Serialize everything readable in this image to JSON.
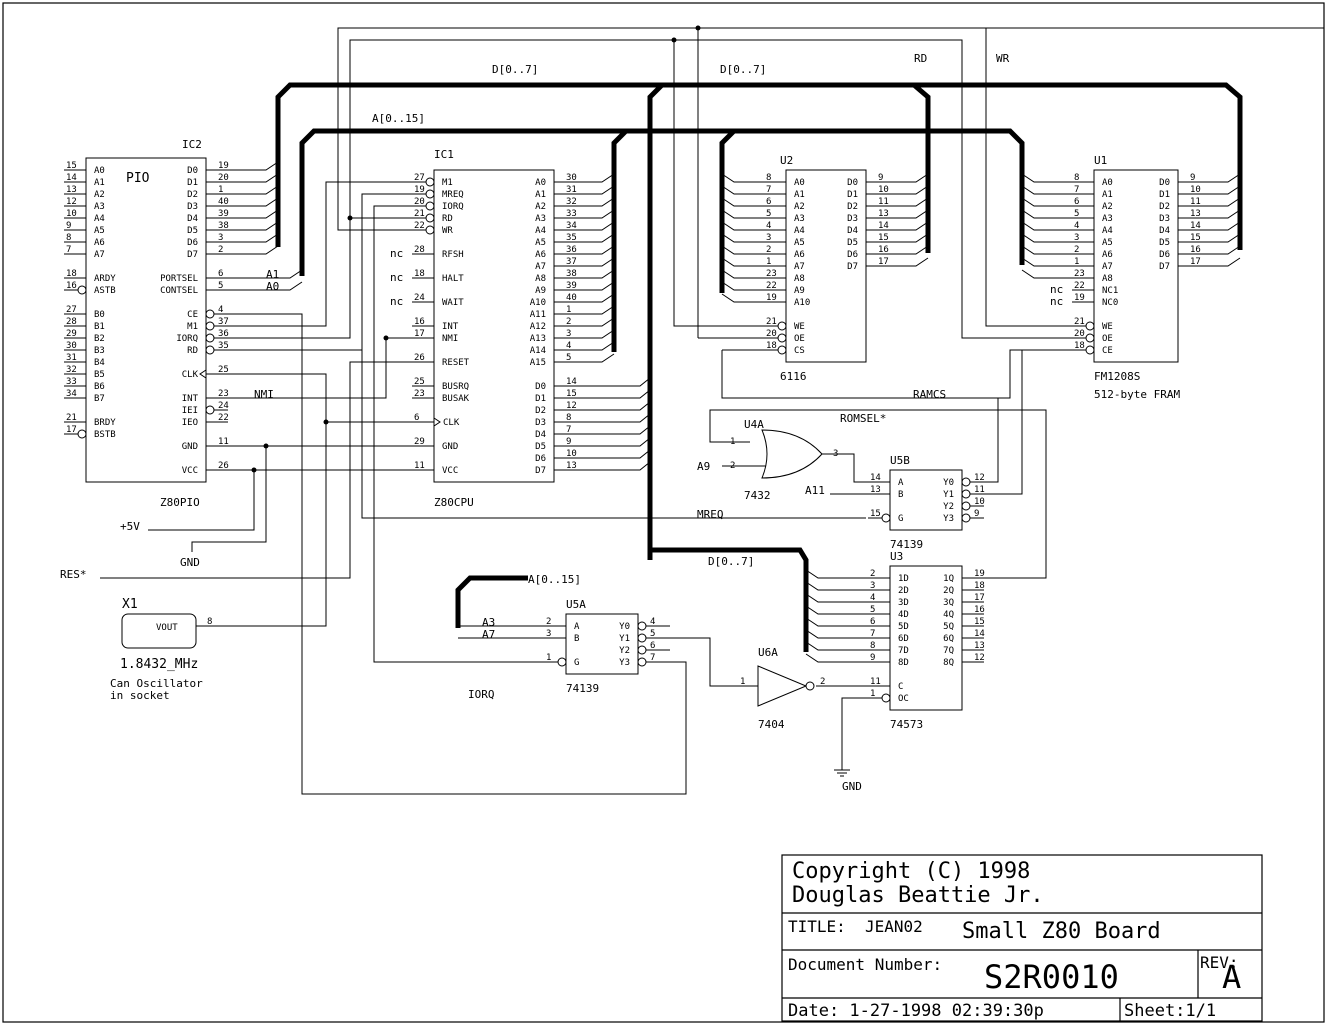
{
  "ic2": {
    "ref": "IC2",
    "title": "PIO",
    "part": "Z80PIO",
    "left_pins": [
      [
        "15",
        "A0"
      ],
      [
        "14",
        "A1"
      ],
      [
        "13",
        "A2"
      ],
      [
        "12",
        "A3"
      ],
      [
        "10",
        "A4"
      ],
      [
        "9",
        "A5"
      ],
      [
        "8",
        "A6"
      ],
      [
        "7",
        "A7"
      ],
      [
        "18",
        "ARDY"
      ],
      [
        "16",
        "ASTB"
      ],
      [
        "27",
        "B0"
      ],
      [
        "28",
        "B1"
      ],
      [
        "29",
        "B2"
      ],
      [
        "30",
        "B3"
      ],
      [
        "31",
        "B4"
      ],
      [
        "32",
        "B5"
      ],
      [
        "33",
        "B6"
      ],
      [
        "34",
        "B7"
      ],
      [
        "21",
        "BRDY"
      ],
      [
        "17",
        "BSTB"
      ]
    ],
    "right_pins": [
      [
        "19",
        "D0"
      ],
      [
        "20",
        "D1"
      ],
      [
        "1",
        "D2"
      ],
      [
        "40",
        "D3"
      ],
      [
        "39",
        "D4"
      ],
      [
        "38",
        "D5"
      ],
      [
        "3",
        "D6"
      ],
      [
        "2",
        "D7"
      ],
      [
        "6",
        "PORTSEL"
      ],
      [
        "5",
        "CONTSEL"
      ],
      [
        "4",
        "CE"
      ],
      [
        "37",
        "M1"
      ],
      [
        "36",
        "IORQ"
      ],
      [
        "35",
        "RD"
      ],
      [
        "25",
        "CLK"
      ],
      [
        "23",
        "INT"
      ],
      [
        "24",
        "IEI"
      ],
      [
        "22",
        "IEO"
      ],
      [
        "11",
        "GND"
      ],
      [
        "26",
        "VCC"
      ]
    ]
  },
  "ic1": {
    "ref": "IC1",
    "part": "Z80CPU",
    "left_pins": [
      [
        "27",
        "M1"
      ],
      [
        "19",
        "MREQ"
      ],
      [
        "20",
        "IORQ"
      ],
      [
        "21",
        "RD"
      ],
      [
        "22",
        "WR"
      ],
      [
        "28",
        "RFSH"
      ],
      [
        "18",
        "HALT"
      ],
      [
        "24",
        "WAIT"
      ],
      [
        "16",
        "INT"
      ],
      [
        "17",
        "NMI"
      ],
      [
        "26",
        "RESET"
      ],
      [
        "25",
        "BUSRQ"
      ],
      [
        "23",
        "BUSAK"
      ],
      [
        "6",
        "CLK"
      ],
      [
        "29",
        "GND"
      ],
      [
        "11",
        "VCC"
      ]
    ],
    "right_pins": [
      [
        "30",
        "A0"
      ],
      [
        "31",
        "A1"
      ],
      [
        "32",
        "A2"
      ],
      [
        "33",
        "A3"
      ],
      [
        "34",
        "A4"
      ],
      [
        "35",
        "A5"
      ],
      [
        "36",
        "A6"
      ],
      [
        "37",
        "A7"
      ],
      [
        "38",
        "A8"
      ],
      [
        "39",
        "A9"
      ],
      [
        "40",
        "A10"
      ],
      [
        "1",
        "A11"
      ],
      [
        "2",
        "A12"
      ],
      [
        "3",
        "A13"
      ],
      [
        "4",
        "A14"
      ],
      [
        "5",
        "A15"
      ],
      [
        "14",
        "D0"
      ],
      [
        "15",
        "D1"
      ],
      [
        "12",
        "D2"
      ],
      [
        "8",
        "D3"
      ],
      [
        "7",
        "D4"
      ],
      [
        "9",
        "D5"
      ],
      [
        "10",
        "D6"
      ],
      [
        "13",
        "D7"
      ]
    ]
  },
  "u2": {
    "ref": "U2",
    "part": "6116",
    "left_pins": [
      [
        "8",
        "A0"
      ],
      [
        "7",
        "A1"
      ],
      [
        "6",
        "A2"
      ],
      [
        "5",
        "A3"
      ],
      [
        "4",
        "A4"
      ],
      [
        "3",
        "A5"
      ],
      [
        "2",
        "A6"
      ],
      [
        "1",
        "A7"
      ],
      [
        "23",
        "A8"
      ],
      [
        "22",
        "A9"
      ],
      [
        "19",
        "A10"
      ],
      [
        "21",
        "WE"
      ],
      [
        "20",
        "OE"
      ],
      [
        "18",
        "CS"
      ]
    ],
    "right_pins": [
      [
        "9",
        "D0"
      ],
      [
        "10",
        "D1"
      ],
      [
        "11",
        "D2"
      ],
      [
        "13",
        "D3"
      ],
      [
        "14",
        "D4"
      ],
      [
        "15",
        "D5"
      ],
      [
        "16",
        "D6"
      ],
      [
        "17",
        "D7"
      ]
    ]
  },
  "u1": {
    "ref": "U1",
    "part": "FM1208S",
    "subtitle": "512-byte FRAM",
    "left_pins": [
      [
        "8",
        "A0"
      ],
      [
        "7",
        "A1"
      ],
      [
        "6",
        "A2"
      ],
      [
        "5",
        "A3"
      ],
      [
        "4",
        "A4"
      ],
      [
        "3",
        "A5"
      ],
      [
        "2",
        "A6"
      ],
      [
        "1",
        "A7"
      ],
      [
        "23",
        "A8"
      ],
      [
        "22",
        "NC1"
      ],
      [
        "19",
        "NC0"
      ],
      [
        "21",
        "WE"
      ],
      [
        "20",
        "OE"
      ],
      [
        "18",
        "CE"
      ]
    ],
    "right_pins": [
      [
        "9",
        "D0"
      ],
      [
        "10",
        "D1"
      ],
      [
        "11",
        "D2"
      ],
      [
        "13",
        "D3"
      ],
      [
        "14",
        "D4"
      ],
      [
        "15",
        "D5"
      ],
      [
        "16",
        "D6"
      ],
      [
        "17",
        "D7"
      ]
    ]
  },
  "u5b": {
    "ref": "U5B",
    "part": "74139",
    "left_pins": [
      [
        "14",
        "A"
      ],
      [
        "13",
        "B"
      ],
      [
        "15",
        "G"
      ]
    ],
    "right_pins": [
      [
        "12",
        "Y0"
      ],
      [
        "11",
        "Y1"
      ],
      [
        "10",
        "Y2"
      ],
      [
        "9",
        "Y3"
      ]
    ]
  },
  "u5a": {
    "ref": "U5A",
    "part": "74139",
    "left_pins": [
      [
        "2",
        "A"
      ],
      [
        "3",
        "B"
      ],
      [
        "1",
        "G"
      ]
    ],
    "right_pins": [
      [
        "4",
        "Y0"
      ],
      [
        "5",
        "Y1"
      ],
      [
        "6",
        "Y2"
      ],
      [
        "7",
        "Y3"
      ]
    ]
  },
  "u3": {
    "ref": "U3",
    "part": "74573",
    "left_pins": [
      [
        "2",
        "1D"
      ],
      [
        "3",
        "2D"
      ],
      [
        "4",
        "3D"
      ],
      [
        "5",
        "4D"
      ],
      [
        "6",
        "5D"
      ],
      [
        "7",
        "6D"
      ],
      [
        "8",
        "7D"
      ],
      [
        "9",
        "8D"
      ],
      [
        "11",
        "C"
      ],
      [
        "1",
        "OC"
      ]
    ],
    "right_pins": [
      [
        "19",
        "1Q"
      ],
      [
        "18",
        "2Q"
      ],
      [
        "17",
        "3Q"
      ],
      [
        "16",
        "4Q"
      ],
      [
        "15",
        "5Q"
      ],
      [
        "14",
        "6Q"
      ],
      [
        "13",
        "7Q"
      ],
      [
        "12",
        "8Q"
      ]
    ]
  },
  "u4a": {
    "ref": "U4A",
    "part": "7432",
    "pins": [
      "1",
      "2",
      "3"
    ]
  },
  "u6a": {
    "ref": "U6A",
    "part": "7404",
    "pins": [
      "1",
      "2"
    ]
  },
  "x1": {
    "ref": "X1",
    "pin_label": "VOUT",
    "pin": "8",
    "freq": "1.8432_MHz",
    "note1": "Can Oscillator",
    "note2": "in socket"
  },
  "nets": {
    "d_bus_1": "D[0..7]",
    "d_bus_2": "D[0..7]",
    "d_bus_3": "D[0..7]",
    "a_bus_1": "A[0..15]",
    "a_bus_2": "A[0..15]",
    "rd": "RD",
    "wr": "WR",
    "ramcs": "RAMCS",
    "romsel": "ROMSEL*",
    "a9": "A9",
    "a11": "A11",
    "mreq": "MREQ",
    "iorq": "IORQ",
    "nmi": "NMI",
    "a1": "A1",
    "a0": "A0",
    "a3": "A3",
    "a7": "A7",
    "plus5v": "+5V",
    "gnd": "GND",
    "gnd2": "GND",
    "res": "RES*",
    "nc": "nc"
  },
  "title_block": {
    "copyright": "Copyright (C) 1998",
    "author": "Douglas Beattie Jr.",
    "title_label": "TITLE:",
    "title_code": "JEAN02",
    "title_name": "Small Z80 Board",
    "doc_label": "Document Number:",
    "doc_number": "S2R0010",
    "rev_label": "REV:",
    "rev": "A",
    "date": "Date: 1-27-1998 02:39:30p",
    "sheet": "Sheet:1/1"
  }
}
